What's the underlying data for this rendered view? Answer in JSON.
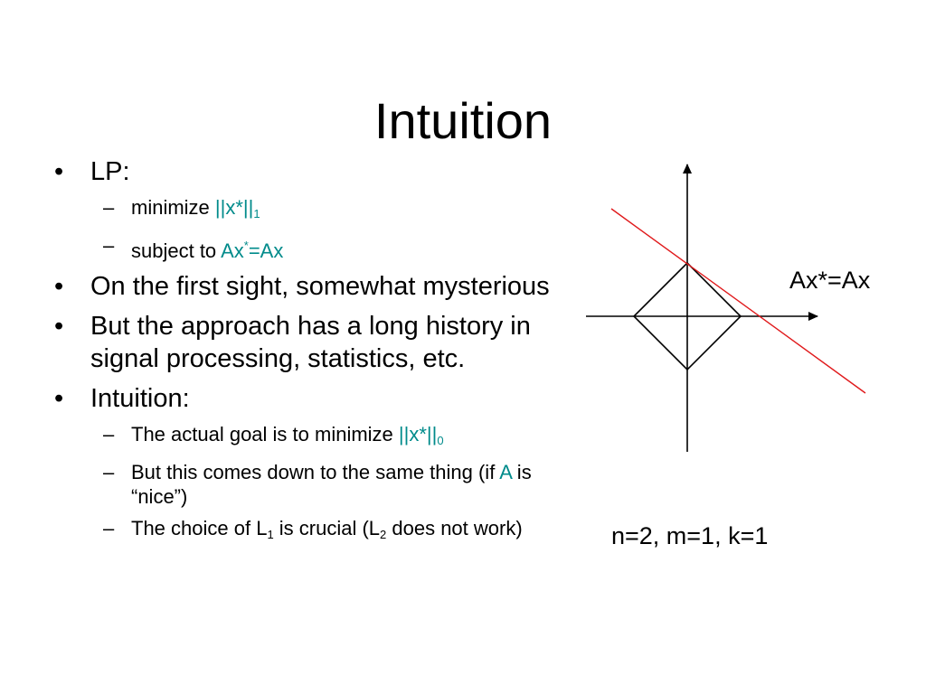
{
  "slide": {
    "title": "Intuition",
    "bullets": {
      "lp": "LP:",
      "lp_minimize_prefix": "minimize ",
      "lp_minimize_expr": "||x*||",
      "lp_minimize_sub": "1",
      "lp_subject_prefix": "subject to ",
      "lp_subject_expr_a": "Ax",
      "lp_subject_expr_sup": "*",
      "lp_subject_expr_b": "=Ax",
      "first_sight": "On the first sight, somewhat mysterious",
      "history": "But the approach has a long history in signal processing, statistics, etc.",
      "intuition": "Intuition:",
      "goal_prefix": "The actual goal is to minimize ",
      "goal_expr": "||x*||",
      "goal_sub": "0",
      "same_thing_a": "But this comes down to the same thing (if ",
      "same_thing_A": "A",
      "same_thing_b": " is “nice”)",
      "choice_a": "The choice of L",
      "choice_sub1": "1",
      "choice_b": " is crucial (L",
      "choice_sub2": "2",
      "choice_c": " does not work)"
    },
    "diagram": {
      "line_label": "Ax*=Ax",
      "params_label": "n=2, m=1, k=1",
      "line_color": "#e0191b",
      "highlight_color": "#008b8b"
    }
  }
}
